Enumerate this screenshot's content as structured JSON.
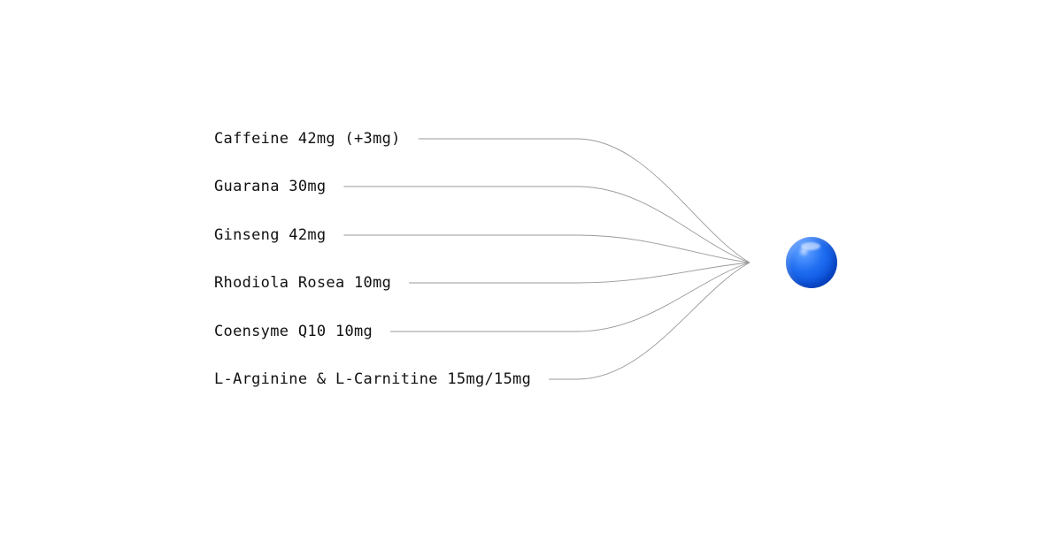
{
  "ingredients": [
    {
      "label": "Caffeine 42mg (+3mg)"
    },
    {
      "label": "Guarana 30mg"
    },
    {
      "label": "Ginseng 42mg"
    },
    {
      "label": "Rhodiola Rosea 10mg"
    },
    {
      "label": "Coensyme Q10 10mg"
    },
    {
      "label": "L-Arginine & L-Carnitine 15mg/15mg"
    }
  ],
  "colors": {
    "line": "#9a9a9a",
    "sphere": "#1565f0",
    "text": "#111111"
  },
  "icon": "blue-sphere-icon"
}
